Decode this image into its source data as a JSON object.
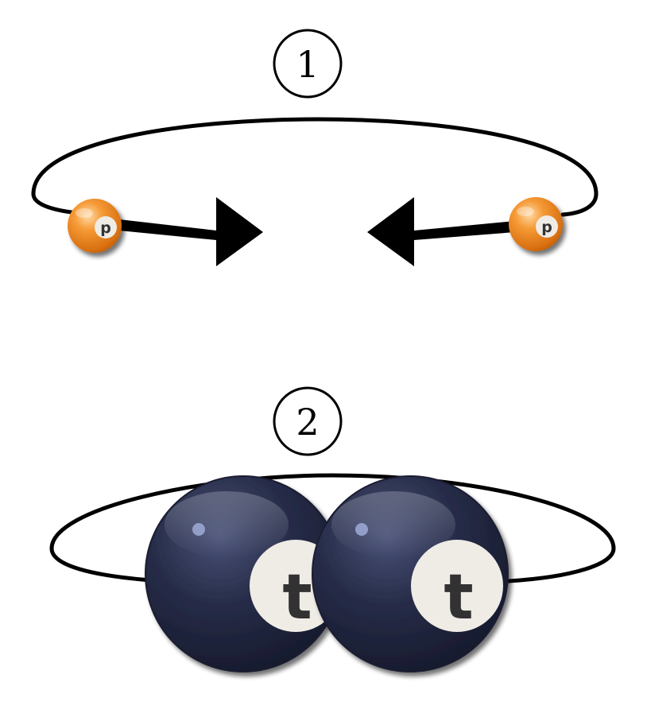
{
  "steps": [
    {
      "label": "1",
      "particles": [
        {
          "label": "p",
          "name": "proton"
        },
        {
          "label": "p",
          "name": "proton"
        }
      ],
      "arrows": [
        "right",
        "left"
      ]
    },
    {
      "label": "2",
      "particles": [
        {
          "label": "t",
          "name": "top-quark"
        },
        {
          "label": "t",
          "name": "top-quark"
        }
      ]
    }
  ],
  "colors": {
    "proton": "#f0922e",
    "top_quark": "#252a44",
    "label_disk": "#efece6",
    "line": "#000000"
  }
}
